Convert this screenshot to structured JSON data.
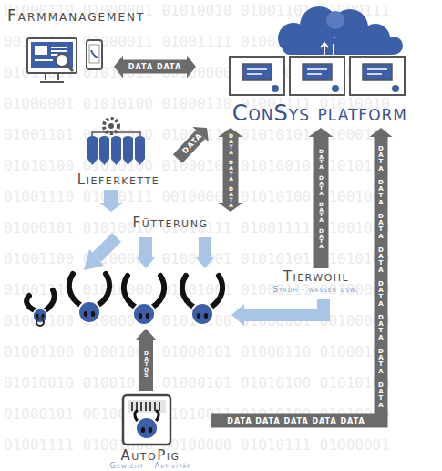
{
  "diagram": {
    "nodes": [
      {
        "text": [
          "Farmmanagement"
        ]
      },
      {
        "text": [
          "ConSys platform"
        ]
      },
      {
        "text": [
          "Lieferkette"
        ]
      },
      {
        "text": [
          "Fütterung"
        ]
      },
      {
        "text": [
          "Tierwohl",
          "Stroh - wasser usw."
        ]
      },
      {
        "text": [
          "AutoPig",
          "Gewicht - Aktivität"
        ]
      }
    ],
    "edges": [
      {
        "from": 0,
        "to": 1,
        "label": "DATA DATA",
        "arrow": "both"
      },
      {
        "from": 2,
        "to": 1,
        "label": "DATA",
        "arrow": "to"
      },
      {
        "from": 2,
        "to": 3,
        "arrow": "to"
      },
      {
        "from": 3,
        "to": 1,
        "label": "DATA DATA DATA",
        "arrow": "both"
      },
      {
        "from": 4,
        "to": 1,
        "label": "DATA DATA DATA DATA",
        "arrow": "to"
      },
      {
        "from": 5,
        "to": 1,
        "label": "DATA DATA DATA DATA DATA",
        "arrow": "to"
      }
    ],
    "labels": [
      "DATOS",
      "DATA DATA DATA DATA DATA DATA DATA DATA",
      "01000110 01000001 01010010 01001101 01000111",
      "00100000 01000011 01001111 01001110 01010011",
      "01011001 01010011 00100000 01010000 01001100",
      "01000001 01010100 01000110 01001111 01010010",
      "01001101 00100000 01000110 01010101 01000101",
      "01010100 01010100 01000101 01010010 01010101",
      "01001110 01000111 00100000 01010100 01001001",
      "01000101 01010010 01010111 01001111 01001000",
      "01001100 00100000 01000001 01010101 01010100",
      "01001111 01010000 01001001 01000111 00100000",
      "01000100 01000001 01010100 01000001 00100000",
      "01001100 01001001 01000101 01000110 01000101",
      "01010010 01001011 01000101 01010100 01010100",
      "01000101 00100000 01010011 01010100 01010010",
      "01001111 01001000 00100000 01010111 01000001"
    ]
  }
}
